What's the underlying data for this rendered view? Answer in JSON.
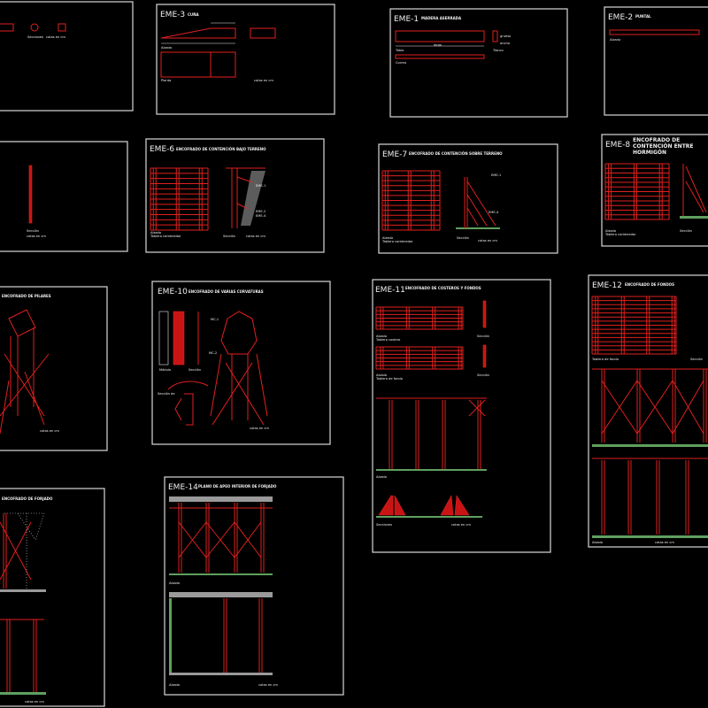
{
  "colors": {
    "background": "#000000",
    "frame": "#d8d8d8",
    "element": "#e0201e",
    "ground": "#5fa05f",
    "slab": "#9a9a9a"
  },
  "sheets": [
    {
      "id": "p0",
      "labels": [
        "Secciones",
        "cotas en cm"
      ]
    },
    {
      "id": "eme3",
      "title": "EME-3",
      "subtitle": "CUÑA",
      "labels": [
        "Alzado",
        "Planta",
        "cotas en cm"
      ]
    },
    {
      "id": "eme1",
      "title": "EME-1",
      "subtitle": "MADERA ASERRADA",
      "labels": [
        "Tabla",
        "Tronco",
        "Correa",
        "largo",
        "grueso",
        "ancho"
      ]
    },
    {
      "id": "eme2",
      "title": "EME-2",
      "subtitle": "PUNTAL",
      "labels": [
        "Alzado"
      ]
    },
    {
      "id": "p4",
      "labels": [
        "Sección",
        "cotas en cm"
      ]
    },
    {
      "id": "eme6",
      "title": "EME-6",
      "subtitle": "ENCOFRADO DE CONTENCIÓN BAJO TERRENO",
      "labels": [
        "Alzado",
        "Tablero contenedor",
        "Sección",
        "cotas en cm",
        "EME-1",
        "EME-2",
        "EME-4"
      ]
    },
    {
      "id": "eme7",
      "title": "EME-7",
      "subtitle": "ENCOFRADO DE CONTENCIÓN SOBRE TERRENO",
      "labels": [
        "Alzado",
        "Tablero contenedor",
        "Sección",
        "cotas en cm",
        "EME-1",
        "EME-4"
      ]
    },
    {
      "id": "eme8",
      "title": "EME-8",
      "subtitle": "ENCOFRADO DE CONTENCIÓN ENTRE HORMIGÓN",
      "labels": [
        "Alzado",
        "Tablero contenedor",
        "Sección"
      ]
    },
    {
      "id": "p8",
      "subtitle": "ENCOFRADO DE PILARES",
      "labels": [
        "cotas en cm"
      ]
    },
    {
      "id": "eme10",
      "title": "EME-10",
      "subtitle": "ENCOFRADO DE VARIAS CURVATURAS",
      "labels": [
        "Módulo",
        "Sección",
        "Sección de",
        "cotas en cm",
        "MC-1",
        "MC-2"
      ]
    },
    {
      "id": "eme11",
      "title": "EME-11",
      "subtitle": "ENCOFRADO DE COSTEROS Y FONDOS",
      "labels": [
        "Alzado",
        "Tablero costero",
        "Alzado",
        "Tablero de fondo",
        "Sección",
        "Sección",
        "Alzado",
        "Secciones",
        "cotas en cm"
      ]
    },
    {
      "id": "eme12",
      "title": "EME-12",
      "subtitle": "ENCOFRADO DE FONDOS",
      "labels": [
        "Tablero de fondo",
        "Sección",
        "Alzado",
        "cotas en cm"
      ]
    },
    {
      "id": "p12",
      "subtitle": "ENCOFRADO DE FORJADO",
      "labels": [
        "cotas en cm"
      ]
    },
    {
      "id": "eme14",
      "title": "EME-14",
      "subtitle": "PLANO DE APEO INTERIOR DE FORJADO",
      "labels": [
        "Alzado",
        "Alzado",
        "cotas en cm"
      ]
    }
  ]
}
